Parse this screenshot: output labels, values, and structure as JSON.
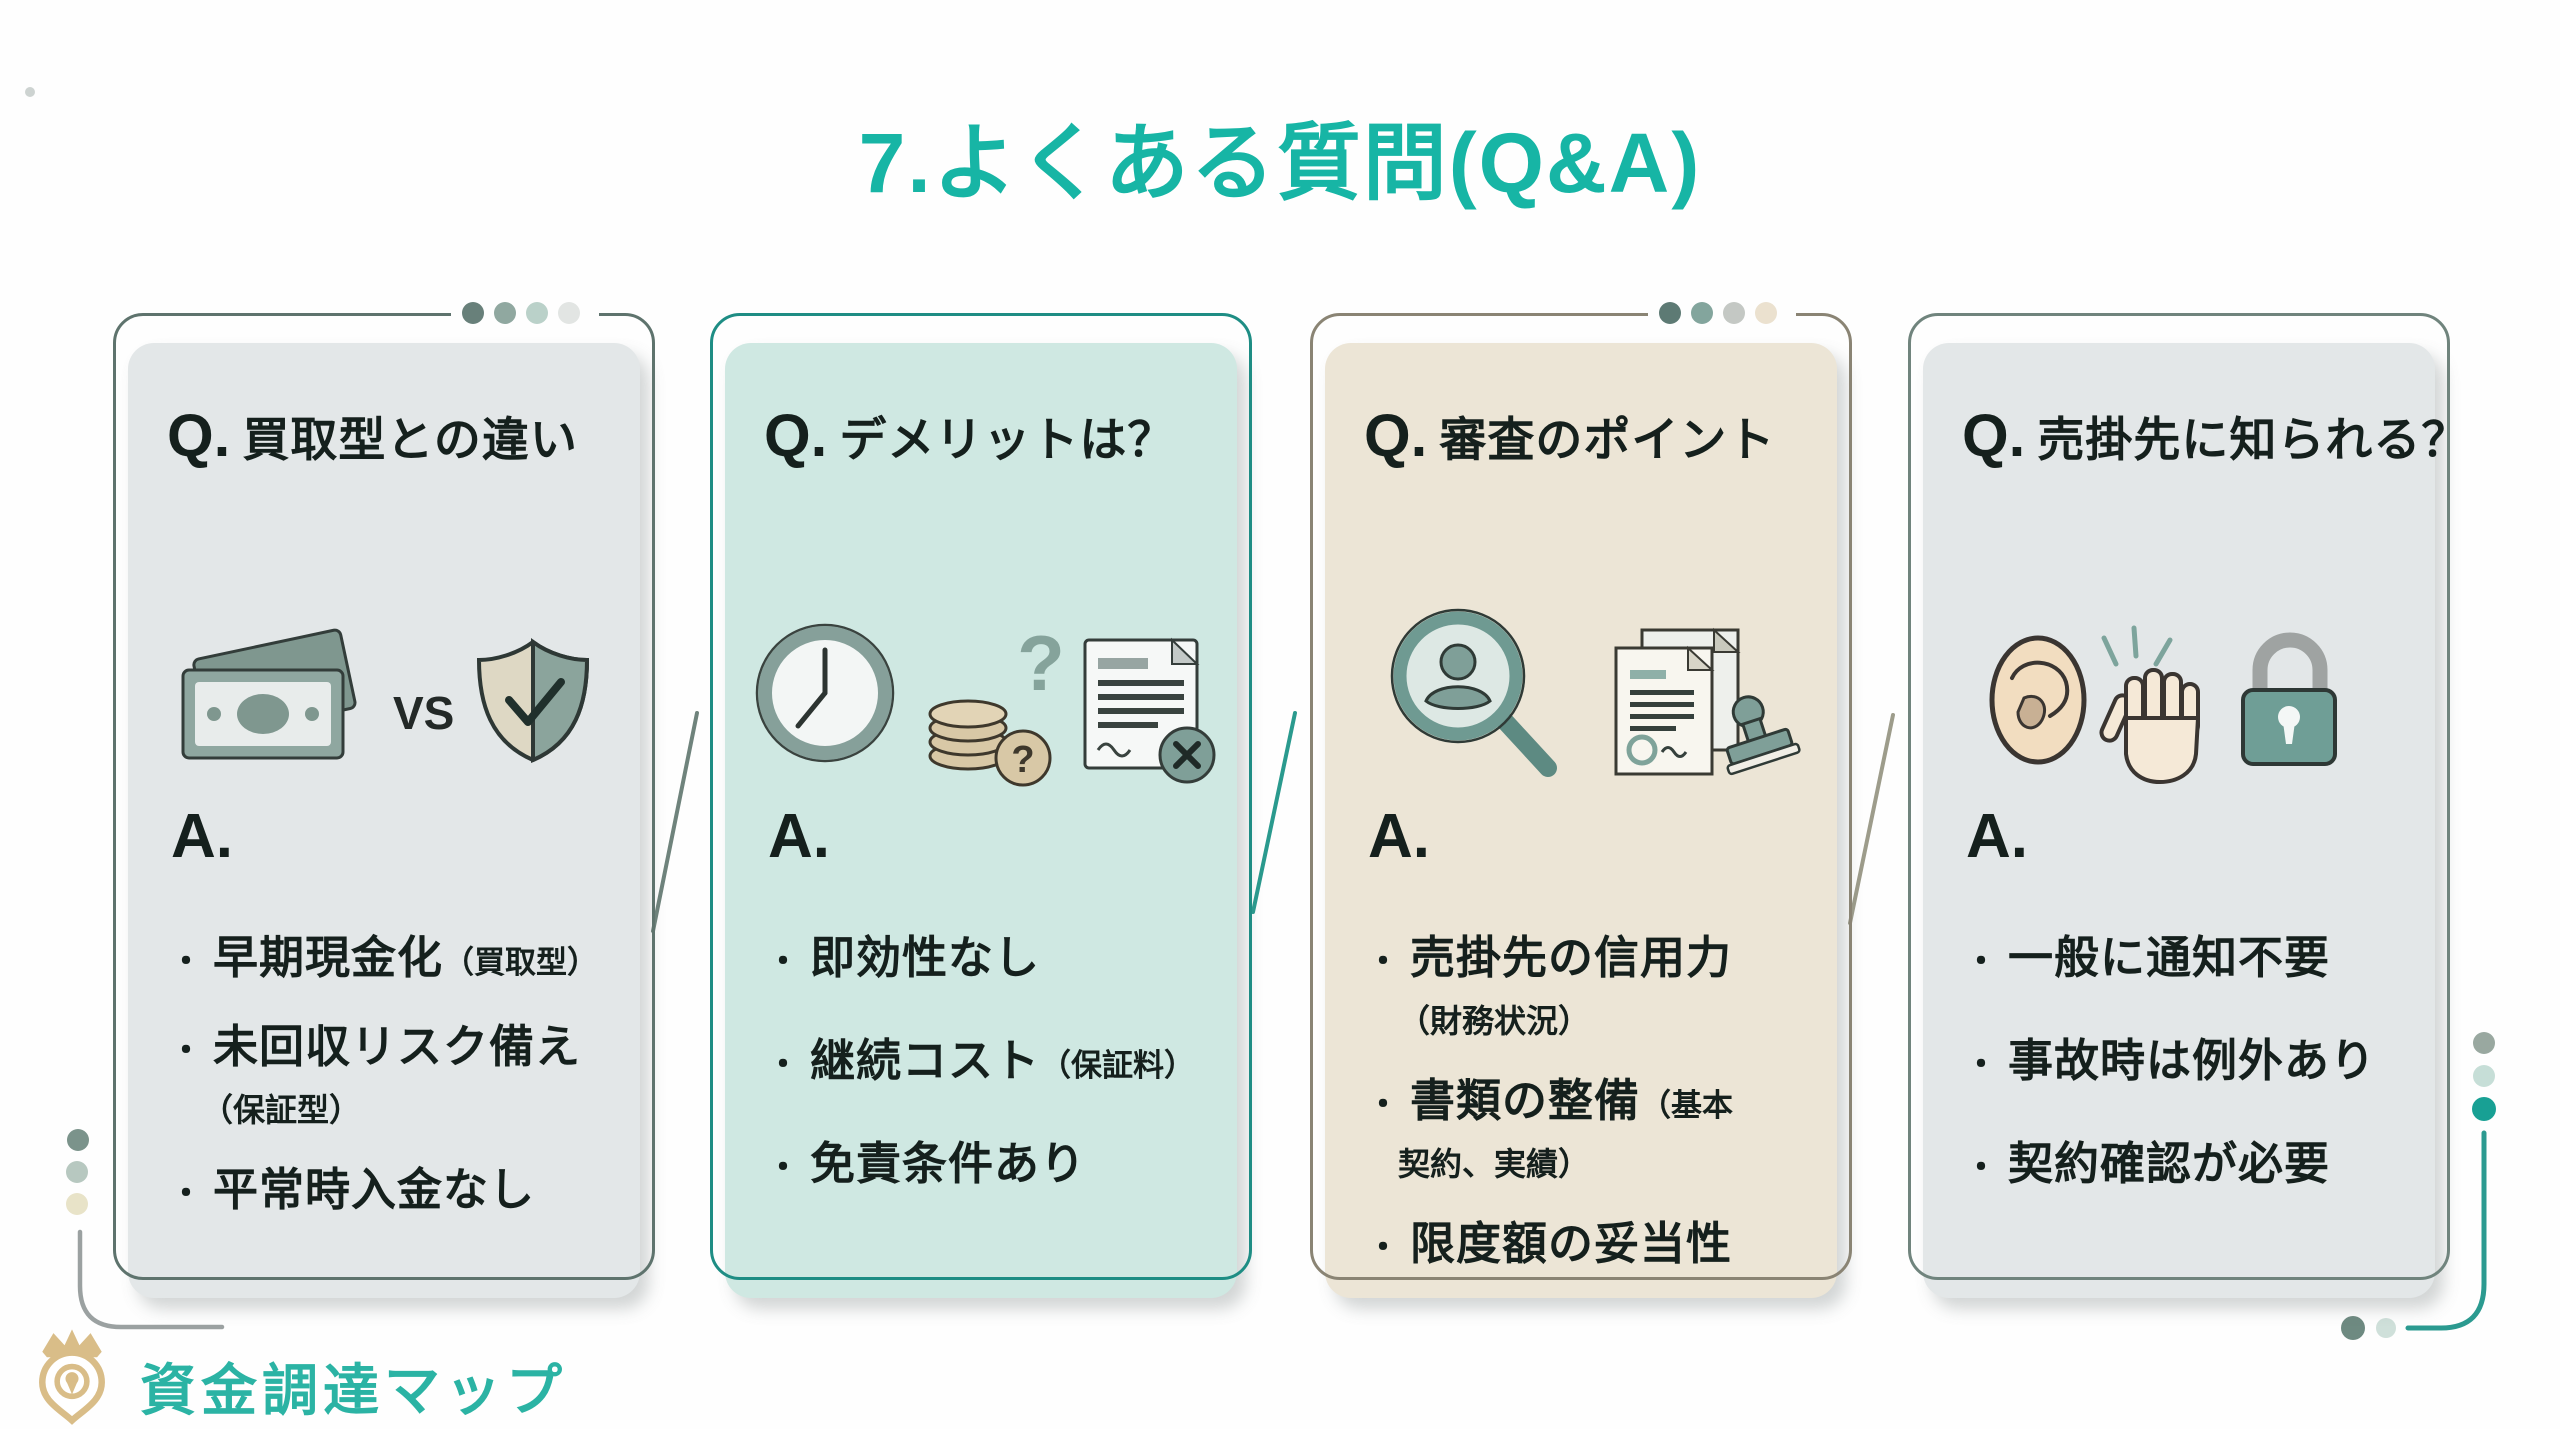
{
  "title": "7.よくある質問(Q&A)",
  "bullet_glyph": "・",
  "cards": [
    {
      "q_label": "Q.",
      "q_text": "買取型との違い",
      "a_label": "A.",
      "vs_label": "VS",
      "icons": [
        "money-bills-icon",
        "shield-check-icon"
      ],
      "bullets": [
        {
          "main": "早期現金化",
          "paren": "（買取型）"
        },
        {
          "main": "未回収リスク備え",
          "sub": "（保証型）"
        },
        {
          "main": "平常時入金なし"
        }
      ]
    },
    {
      "q_label": "Q.",
      "q_text": "デメリットは？",
      "a_label": "A.",
      "big_question": "?",
      "coin_question": "?",
      "icons": [
        "clock-icon",
        "coins-question-icon",
        "document-x-icon"
      ],
      "bullets": [
        {
          "main": "即効性なし"
        },
        {
          "main": "継続コスト",
          "paren": "（保証料）"
        },
        {
          "main": "免責条件あり"
        }
      ]
    },
    {
      "q_label": "Q.",
      "q_text": "審査のポイント",
      "a_label": "A.",
      "icons": [
        "magnifier-person-icon",
        "documents-stamp-icon"
      ],
      "bullets": [
        {
          "main": "売掛先の信用力",
          "sub": "（財務状況）"
        },
        {
          "main": "書類の整備",
          "paren": "（基本",
          "sub": "契約、実績）"
        },
        {
          "main": "限度額の妥当性"
        }
      ]
    },
    {
      "q_label": "Q.",
      "q_text": "売掛先に知られる？",
      "a_label": "A.",
      "icons": [
        "ear-icon",
        "raised-hand-icon",
        "lock-icon"
      ],
      "bullets": [
        {
          "main": "一般に通知不要"
        },
        {
          "main": "事故時は例外あり"
        },
        {
          "main": "契約確認が必要"
        }
      ]
    }
  ],
  "logo": {
    "text": "資金調達マップ"
  },
  "colors": {
    "accent_teal": "#17b5a5",
    "text": "#15201d",
    "card_borders": [
      "#5e736d",
      "#1e8d84",
      "#8a8474",
      "#70847d"
    ],
    "card_fills": [
      "#e3e7e8",
      "#cfe8e2",
      "#ece5d6",
      "#e3e7e8"
    ],
    "card1_top_dots": [
      "#68807a",
      "#90a8a0",
      "#bad1c9",
      "#e2e5e3"
    ],
    "card3_top_dots": [
      "#5d7a74",
      "#83a59d",
      "#c4c8c4",
      "#ebe1cf"
    ],
    "connector_lines": [
      "#6f837c",
      "#2a9a8e",
      "#9d9c8b"
    ],
    "left_side_dots": [
      "#7b938b",
      "#b7c8c0",
      "#e8e3c8"
    ],
    "right_side_dots": [
      "#99a8a0",
      "#c6ded7",
      "#18a094"
    ],
    "right_bottom_dots": [
      "#6e8a81",
      "#cfe0da"
    ],
    "logo_gold": "#d9bd88",
    "logo_text_teal": "#2bb3a4"
  }
}
